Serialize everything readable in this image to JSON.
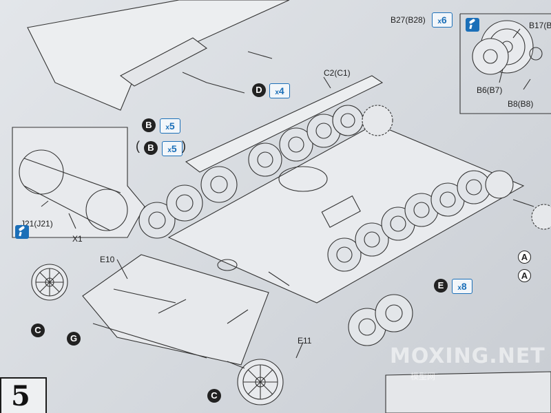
{
  "step": {
    "number": "5"
  },
  "labels": {
    "b27": "B27(B28)",
    "b17": "B17(B",
    "b6": "B6(B7)",
    "b8": "B8(B8)",
    "c2": "C2(C1)",
    "j21": "J21(J21)",
    "x1": "X1",
    "e10": "E10",
    "e11": "E11"
  },
  "part_callouts": {
    "d": "D",
    "d_qty": "4",
    "b_a": "B",
    "b_a_qty": "5",
    "b_b": "B",
    "b_b_qty": "5",
    "e": "E",
    "e_qty": "8",
    "b27_qty": "6",
    "a1": "A",
    "a2": "A",
    "c1": "C",
    "c2": "C",
    "g": "G"
  },
  "qty_prefix": "x",
  "watermark": {
    "main": "MOXING.NET",
    "sub": "模型网"
  },
  "colors": {
    "line": "#333333",
    "paint_accent": "#1b6fb8",
    "paper": "#e3e6ea"
  }
}
